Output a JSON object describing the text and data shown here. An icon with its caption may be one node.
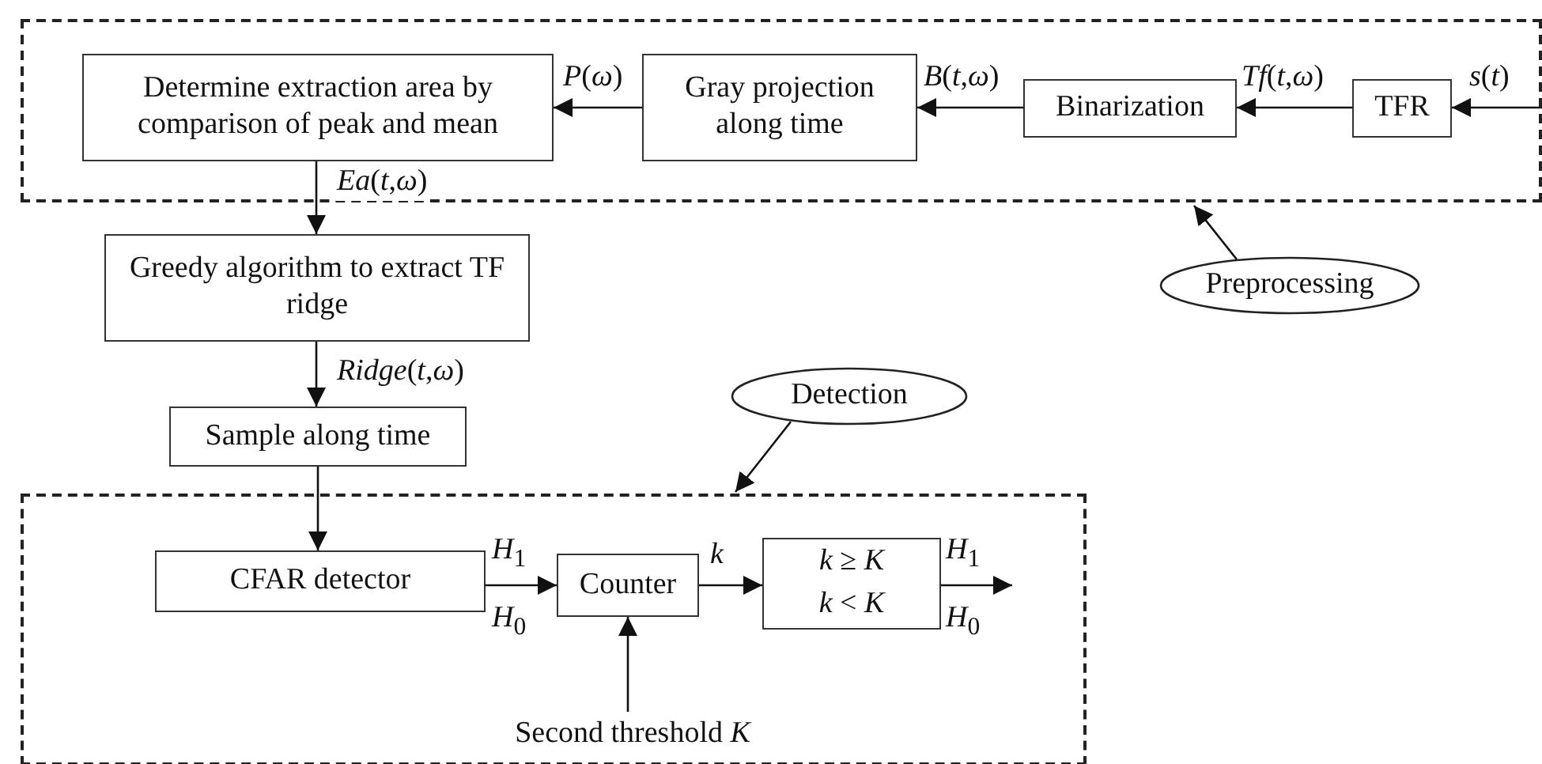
{
  "diagram": {
    "nodes": [
      {
        "text": [],
        "shape": "box"
      },
      {
        "text": [
          "Determine extraction area by comparison of peak and mean"
        ],
        "in": 0
      },
      {
        "text": [
          "Gray projection along time"
        ],
        "in": 0
      },
      {
        "text": [
          "Binarization"
        ],
        "in": 0
      },
      {
        "text": [
          "TFR"
        ],
        "in": 0
      },
      {
        "text": [
          "Preprocessing"
        ]
      },
      {
        "text": [
          "Greedy algorithm to extract TF ridge"
        ]
      },
      {
        "text": [
          "Sample along time"
        ]
      },
      {
        "text": [
          "Detection"
        ]
      },
      {
        "text": [],
        "shape": "box"
      },
      {
        "text": [
          "CFAR detector"
        ],
        "in": 9
      },
      {
        "text": [
          "Counter"
        ],
        "in": 9
      },
      {
        "text": [
          "*k* ≥ *K*",
          "*k* < *K*"
        ],
        "in": 9
      },
      {
        "text": [
          "Second threshold *K*"
        ],
        "in": 9
      }
    ],
    "edges": [
      {
        "from": null,
        "to": 4,
        "arrow": "to",
        "label": "*s*(*t*)"
      },
      {
        "from": 4,
        "to": 3,
        "arrow": "to",
        "label": "*Tf*(*t*,*ω*)"
      },
      {
        "from": 3,
        "to": 2,
        "arrow": "to",
        "label": "*B*(*t*,*ω*)"
      },
      {
        "from": 2,
        "to": 1,
        "arrow": "to",
        "label": "*P*(*ω*)"
      },
      {
        "from": 1,
        "to": 6,
        "arrow": "to",
        "label": "*Ea*(*t*,*ω*)"
      },
      {
        "from": 6,
        "to": 7,
        "arrow": "to",
        "label": "*Ridge*(*t*,*ω*)"
      },
      {
        "from": 7,
        "to": 10,
        "arrow": "to"
      },
      {
        "from": 10,
        "to": 11,
        "arrow": "to",
        "label": "*H*$_{1}$"
      },
      {
        "from": 11,
        "to": 12,
        "arrow": "to",
        "label": "*k*"
      },
      {
        "from": 12,
        "to": null,
        "arrow": "to",
        "label": "*H*$_{1}$"
      },
      {
        "from": 13,
        "to": 11,
        "arrow": "to"
      },
      {
        "from": 5,
        "to": 0,
        "arrow": "to"
      },
      {
        "from": 8,
        "to": 9,
        "arrow": "to"
      }
    ],
    "labels": [
      "*H*$_{0}$",
      "*H*$_{0}$"
    ]
  }
}
